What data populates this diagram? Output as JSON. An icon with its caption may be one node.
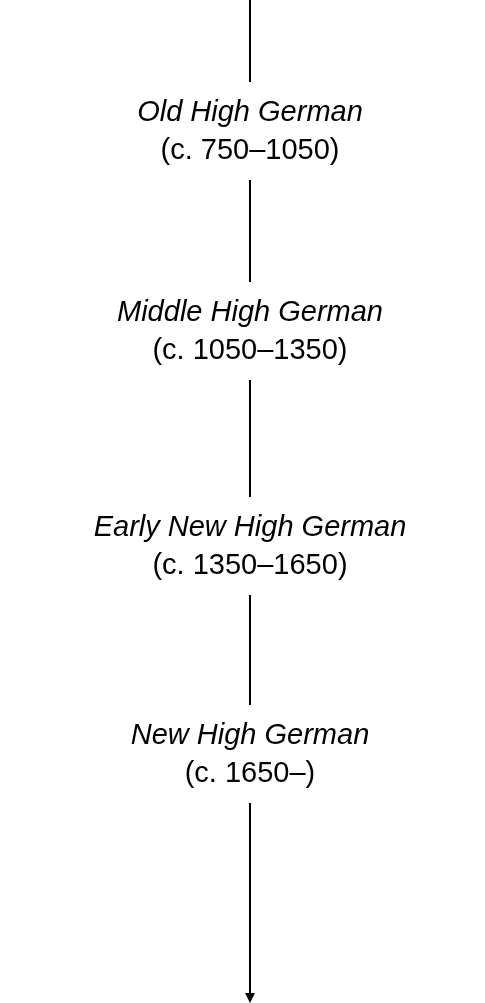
{
  "diagram": {
    "nodes": [
      {
        "text": [
          "Old High German",
          "(c. 750–1050)"
        ]
      },
      {
        "text": [
          "Middle High German",
          "(c. 1050–1350)"
        ]
      },
      {
        "text": [
          "Early New High German",
          "(c. 1350–1650)"
        ]
      },
      {
        "text": [
          "New High German",
          "(c. 1650–)"
        ]
      }
    ],
    "edges": [
      {
        "from": null,
        "to": 0,
        "arrow": "none"
      },
      {
        "from": 0,
        "to": 1,
        "arrow": "none"
      },
      {
        "from": 1,
        "to": 2,
        "arrow": "none"
      },
      {
        "from": 2,
        "to": 3,
        "arrow": "none"
      },
      {
        "from": 3,
        "to": null,
        "arrow": "to"
      }
    ]
  }
}
